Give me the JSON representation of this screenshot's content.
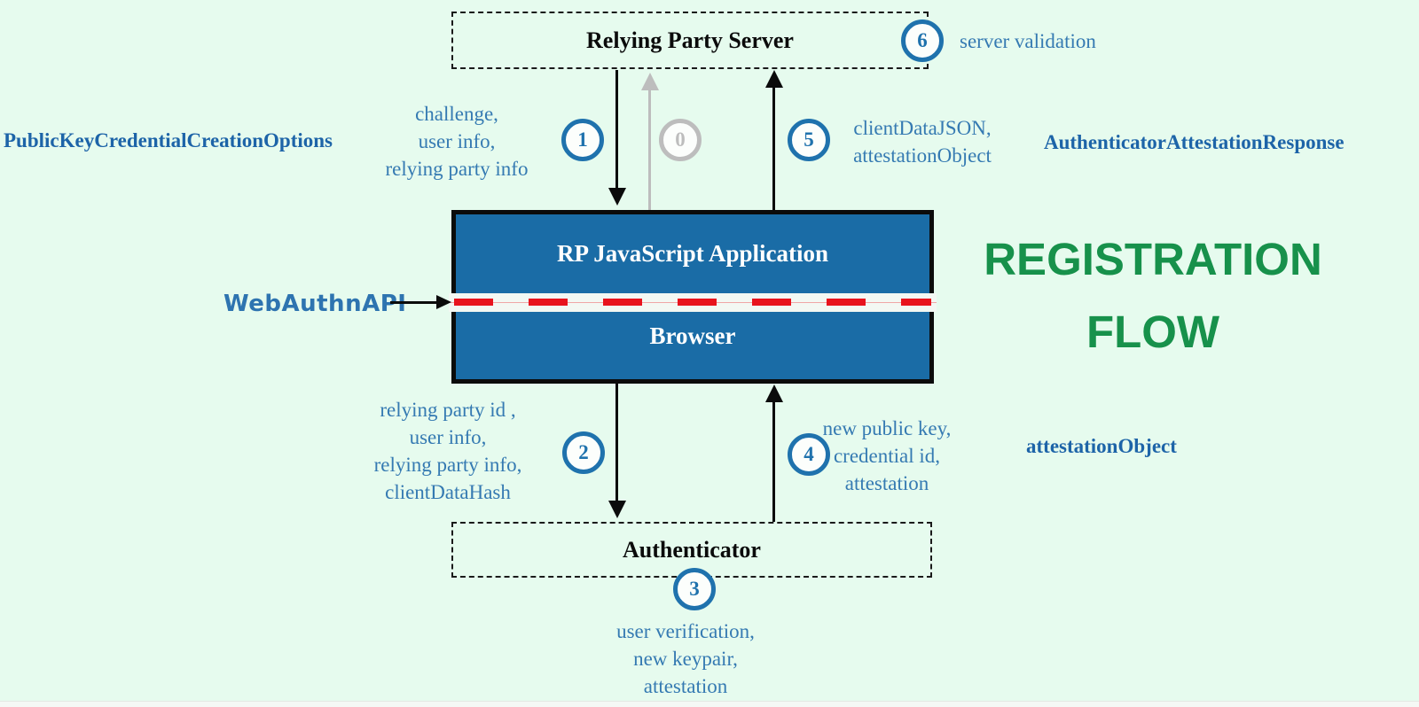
{
  "diagram": {
    "title_lines": [
      "REGISTRATION",
      "FLOW"
    ],
    "nodes": {
      "relying_party_server": "Relying Party Server",
      "rp_js_application": "RP JavaScript Application",
      "browser": "Browser",
      "authenticator": "Authenticator",
      "webauthn_api": "WebAuthnAPI"
    },
    "steps": {
      "s0": "0",
      "s1": "1",
      "s2": "2",
      "s3": "3",
      "s4": "4",
      "s5": "5",
      "s6": "6"
    },
    "labels": {
      "step6": "server validation",
      "creation_options": "PublicKeyCredentialCreationOptions",
      "attestation_response": "AuthenticatorAttestationResponse",
      "attestation_object": "attestationObject",
      "step1_lines": [
        "challenge,",
        "user info,",
        "relying party info"
      ],
      "step5_lines": [
        "clientDataJSON,",
        "attestationObject"
      ],
      "step2_lines": [
        "relying party id ,",
        "user info,",
        "relying party info,",
        "clientDataHash"
      ],
      "step4_lines": [
        "new public key,",
        "credential id,",
        "attestation"
      ],
      "step3_lines": [
        "user verification,",
        "new keypair,",
        "attestation"
      ]
    },
    "colors": {
      "background": "#e6fbee",
      "box_fill": "#1a6ca6",
      "accent_blue": "#1f72ad",
      "label_blue": "#357ab2",
      "bold_blue": "#1d64a8",
      "green": "#17914b",
      "red": "#e8131d",
      "gray": "#bdbdbd"
    }
  }
}
